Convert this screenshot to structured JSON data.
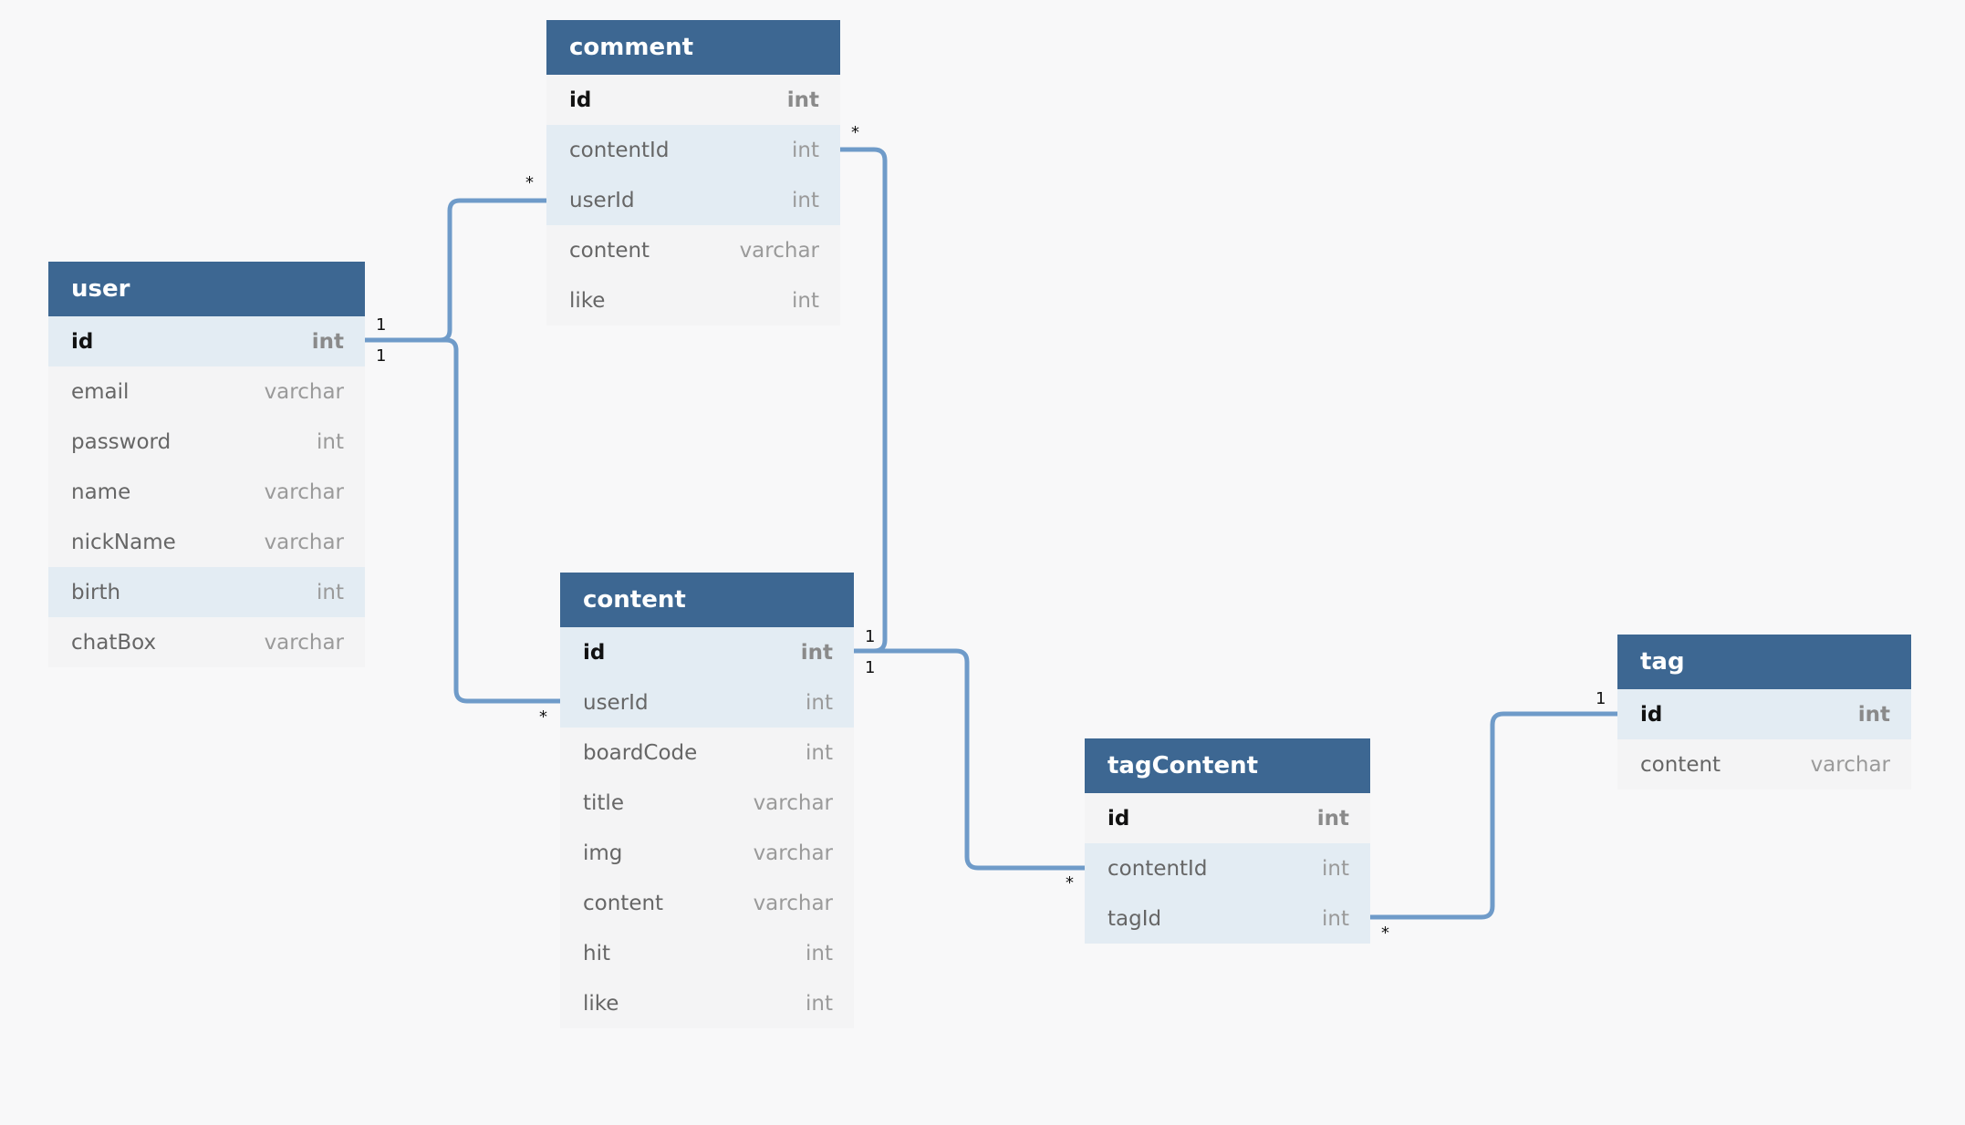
{
  "tables": {
    "comment": {
      "name": "comment",
      "columns": [
        {
          "name": "id",
          "type": "int"
        },
        {
          "name": "contentId",
          "type": "int"
        },
        {
          "name": "userId",
          "type": "int"
        },
        {
          "name": "content",
          "type": "varchar"
        },
        {
          "name": "like",
          "type": "int"
        }
      ]
    },
    "user": {
      "name": "user",
      "columns": [
        {
          "name": "id",
          "type": "int"
        },
        {
          "name": "email",
          "type": "varchar"
        },
        {
          "name": "password",
          "type": "int"
        },
        {
          "name": "name",
          "type": "varchar"
        },
        {
          "name": "nickName",
          "type": "varchar"
        },
        {
          "name": "birth",
          "type": "int"
        },
        {
          "name": "chatBox",
          "type": "varchar"
        }
      ]
    },
    "content": {
      "name": "content",
      "columns": [
        {
          "name": "id",
          "type": "int"
        },
        {
          "name": "userId",
          "type": "int"
        },
        {
          "name": "boardCode",
          "type": "int"
        },
        {
          "name": "title",
          "type": "varchar"
        },
        {
          "name": "img",
          "type": "varchar"
        },
        {
          "name": "content",
          "type": "varchar"
        },
        {
          "name": "hit",
          "type": "int"
        },
        {
          "name": "like",
          "type": "int"
        }
      ]
    },
    "tagContent": {
      "name": "tagContent",
      "columns": [
        {
          "name": "id",
          "type": "int"
        },
        {
          "name": "contentId",
          "type": "int"
        },
        {
          "name": "tagId",
          "type": "int"
        }
      ]
    },
    "tag": {
      "name": "tag",
      "columns": [
        {
          "name": "id",
          "type": "int"
        },
        {
          "name": "content",
          "type": "varchar"
        }
      ]
    }
  },
  "relationships": [
    {
      "from": "user.id",
      "to": "comment.userId",
      "from_card": "1",
      "to_card": "*"
    },
    {
      "from": "user.id",
      "to": "content.userId",
      "from_card": "1",
      "to_card": "*"
    },
    {
      "from": "content.id",
      "to": "comment.contentId",
      "from_card": "1",
      "to_card": "*"
    },
    {
      "from": "content.id",
      "to": "tagContent.contentId",
      "from_card": "1",
      "to_card": "*"
    },
    {
      "from": "tag.id",
      "to": "tagContent.tagId",
      "from_card": "1",
      "to_card": "*"
    }
  ],
  "colors": {
    "header": "#3d6792",
    "row": "#f4f4f5",
    "highlight_row": "#e3ecf3",
    "connector": "#6f9bc9",
    "background": "#f8f8f9"
  }
}
